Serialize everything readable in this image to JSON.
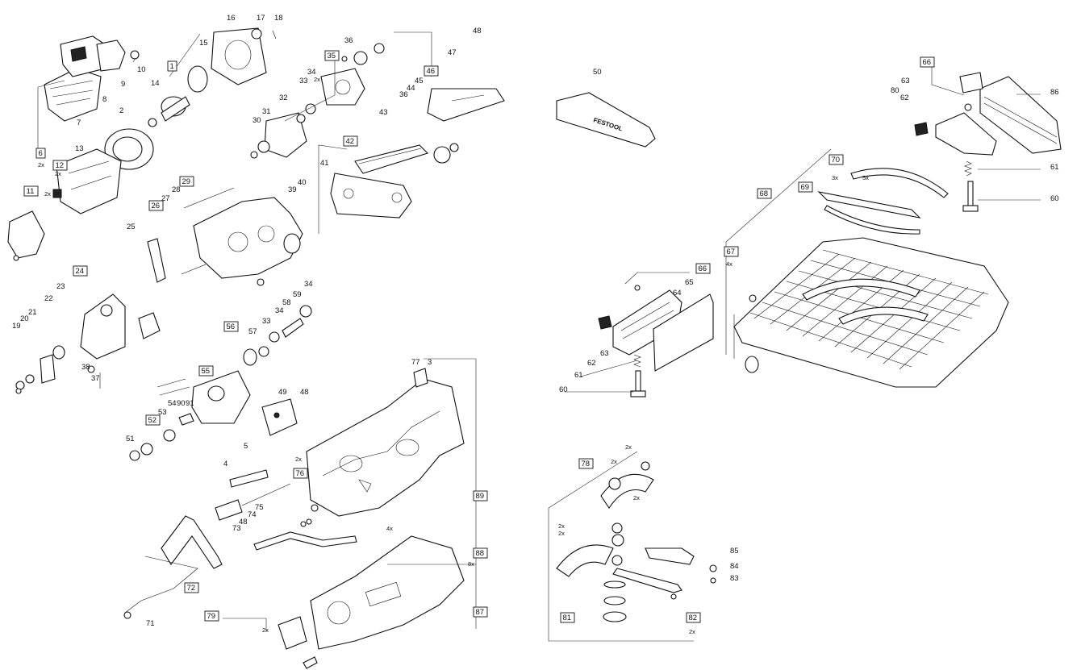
{
  "diagram": {
    "brand_text": "FESTOOL",
    "labels": [
      {
        "id": "l1",
        "text": "1",
        "boxed": true
      },
      {
        "id": "l2",
        "text": "2",
        "boxed": false
      },
      {
        "id": "l3",
        "text": "3",
        "boxed": false
      },
      {
        "id": "l4",
        "text": "4",
        "boxed": false
      },
      {
        "id": "l5",
        "text": "5",
        "boxed": false
      },
      {
        "id": "l6",
        "text": "6",
        "boxed": true
      },
      {
        "id": "l7",
        "text": "7",
        "boxed": false
      },
      {
        "id": "l8",
        "text": "8",
        "boxed": false
      },
      {
        "id": "l9",
        "text": "9",
        "boxed": false
      },
      {
        "id": "l10",
        "text": "10",
        "boxed": false
      },
      {
        "id": "l11",
        "text": "11",
        "boxed": true
      },
      {
        "id": "l12",
        "text": "12",
        "boxed": true
      },
      {
        "id": "l13",
        "text": "13",
        "boxed": false
      },
      {
        "id": "l14",
        "text": "14",
        "boxed": false
      },
      {
        "id": "l15",
        "text": "15",
        "boxed": false
      },
      {
        "id": "l16",
        "text": "16",
        "boxed": false
      },
      {
        "id": "l17",
        "text": "17",
        "boxed": false
      },
      {
        "id": "l18",
        "text": "18",
        "boxed": false
      },
      {
        "id": "l19",
        "text": "19",
        "boxed": false
      },
      {
        "id": "l20",
        "text": "20",
        "boxed": false
      },
      {
        "id": "l21",
        "text": "21",
        "boxed": false
      },
      {
        "id": "l22",
        "text": "22",
        "boxed": false
      },
      {
        "id": "l23",
        "text": "23",
        "boxed": false
      },
      {
        "id": "l24",
        "text": "24",
        "boxed": true
      },
      {
        "id": "l25",
        "text": "25",
        "boxed": false
      },
      {
        "id": "l26",
        "text": "26",
        "boxed": true
      },
      {
        "id": "l27",
        "text": "27",
        "boxed": false
      },
      {
        "id": "l28",
        "text": "28",
        "boxed": false
      },
      {
        "id": "l29",
        "text": "29",
        "boxed": true
      },
      {
        "id": "l30",
        "text": "30",
        "boxed": false
      },
      {
        "id": "l31",
        "text": "31",
        "boxed": false
      },
      {
        "id": "l32",
        "text": "32",
        "boxed": false
      },
      {
        "id": "l33a",
        "text": "33",
        "boxed": false
      },
      {
        "id": "l34a",
        "text": "34",
        "boxed": false
      },
      {
        "id": "l35",
        "text": "35",
        "boxed": true
      },
      {
        "id": "l36a",
        "text": "36",
        "boxed": false
      },
      {
        "id": "l36b",
        "text": "36",
        "boxed": false
      },
      {
        "id": "l37",
        "text": "37",
        "boxed": false
      },
      {
        "id": "l38",
        "text": "38",
        "boxed": false
      },
      {
        "id": "l39",
        "text": "39",
        "boxed": false
      },
      {
        "id": "l40",
        "text": "40",
        "boxed": false
      },
      {
        "id": "l41",
        "text": "41",
        "boxed": false
      },
      {
        "id": "l42",
        "text": "42",
        "boxed": true
      },
      {
        "id": "l43",
        "text": "43",
        "boxed": false
      },
      {
        "id": "l44",
        "text": "44",
        "boxed": false
      },
      {
        "id": "l45",
        "text": "45",
        "boxed": false
      },
      {
        "id": "l46",
        "text": "46",
        "boxed": true
      },
      {
        "id": "l47",
        "text": "47",
        "boxed": false
      },
      {
        "id": "l48a",
        "text": "48",
        "boxed": false
      },
      {
        "id": "l48b",
        "text": "48",
        "boxed": false
      },
      {
        "id": "l48c",
        "text": "48",
        "boxed": false
      },
      {
        "id": "l49",
        "text": "49",
        "boxed": false
      },
      {
        "id": "l50",
        "text": "50",
        "boxed": false
      },
      {
        "id": "l51",
        "text": "51",
        "boxed": false
      },
      {
        "id": "l52",
        "text": "52",
        "boxed": true
      },
      {
        "id": "l53",
        "text": "53",
        "boxed": false
      },
      {
        "id": "l54",
        "text": "54",
        "boxed": false
      },
      {
        "id": "l55",
        "text": "55",
        "boxed": true
      },
      {
        "id": "l56",
        "text": "56",
        "boxed": true
      },
      {
        "id": "l57",
        "text": "57",
        "boxed": false
      },
      {
        "id": "l58",
        "text": "58",
        "boxed": false
      },
      {
        "id": "l59",
        "text": "59",
        "boxed": false
      },
      {
        "id": "l33b",
        "text": "33",
        "boxed": false
      },
      {
        "id": "l34b",
        "text": "34",
        "boxed": false
      },
      {
        "id": "l34c",
        "text": "34",
        "boxed": false
      },
      {
        "id": "l90",
        "text": "90",
        "boxed": false
      },
      {
        "id": "l91",
        "text": "91",
        "boxed": false
      },
      {
        "id": "l71",
        "text": "71",
        "boxed": false
      },
      {
        "id": "l72",
        "text": "72",
        "boxed": true
      },
      {
        "id": "l73",
        "text": "73",
        "boxed": false
      },
      {
        "id": "l74",
        "text": "74",
        "boxed": false
      },
      {
        "id": "l75",
        "text": "75",
        "boxed": false
      },
      {
        "id": "l76",
        "text": "76",
        "boxed": true
      },
      {
        "id": "l77",
        "text": "77",
        "boxed": false
      },
      {
        "id": "l79",
        "text": "79",
        "boxed": true
      },
      {
        "id": "l87",
        "text": "87",
        "boxed": true
      },
      {
        "id": "l88",
        "text": "88",
        "boxed": true
      },
      {
        "id": "l89",
        "text": "89",
        "boxed": true
      },
      {
        "id": "l60a",
        "text": "60",
        "boxed": false
      },
      {
        "id": "l61a",
        "text": "61",
        "boxed": false
      },
      {
        "id": "l62a",
        "text": "62",
        "boxed": false
      },
      {
        "id": "l63a",
        "text": "63",
        "boxed": false
      },
      {
        "id": "l64",
        "text": "64",
        "boxed": false
      },
      {
        "id": "l65",
        "text": "65",
        "boxed": false
      },
      {
        "id": "l66a",
        "text": "66",
        "boxed": true
      },
      {
        "id": "l66b",
        "text": "66",
        "boxed": true
      },
      {
        "id": "l62b",
        "text": "62",
        "boxed": false
      },
      {
        "id": "l63b",
        "text": "63",
        "boxed": false
      },
      {
        "id": "l80",
        "text": "80",
        "boxed": false
      },
      {
        "id": "l86",
        "text": "86",
        "boxed": false
      },
      {
        "id": "l61b",
        "text": "61",
        "boxed": false
      },
      {
        "id": "l60b",
        "text": "60",
        "boxed": false
      },
      {
        "id": "l67",
        "text": "67",
        "boxed": true
      },
      {
        "id": "l68",
        "text": "68",
        "boxed": true
      },
      {
        "id": "l69",
        "text": "69",
        "boxed": true
      },
      {
        "id": "l70",
        "text": "70",
        "boxed": true
      },
      {
        "id": "l78",
        "text": "78",
        "boxed": true
      },
      {
        "id": "l81",
        "text": "81",
        "boxed": true
      },
      {
        "id": "l82",
        "text": "82",
        "boxed": true
      },
      {
        "id": "l83",
        "text": "83",
        "boxed": false
      },
      {
        "id": "l84",
        "text": "84",
        "boxed": false
      },
      {
        "id": "l85",
        "text": "85",
        "boxed": false
      }
    ],
    "qty_labels": [
      {
        "id": "q1",
        "text": "2x"
      },
      {
        "id": "q2",
        "text": "2x"
      },
      {
        "id": "q3",
        "text": "2x"
      },
      {
        "id": "q4",
        "text": "2x"
      },
      {
        "id": "q5",
        "text": "2x"
      },
      {
        "id": "q6",
        "text": "4x"
      },
      {
        "id": "q7",
        "text": "8x"
      },
      {
        "id": "q8",
        "text": "2x"
      },
      {
        "id": "q9",
        "text": "3x"
      },
      {
        "id": "q10",
        "text": "5x"
      },
      {
        "id": "q11",
        "text": "4x"
      },
      {
        "id": "q12",
        "text": "2x"
      },
      {
        "id": "q13",
        "text": "2x"
      },
      {
        "id": "q14",
        "text": "2x"
      },
      {
        "id": "q15",
        "text": "2x"
      },
      {
        "id": "q16",
        "text": "2x"
      },
      {
        "id": "q17",
        "text": "2x"
      }
    ]
  }
}
